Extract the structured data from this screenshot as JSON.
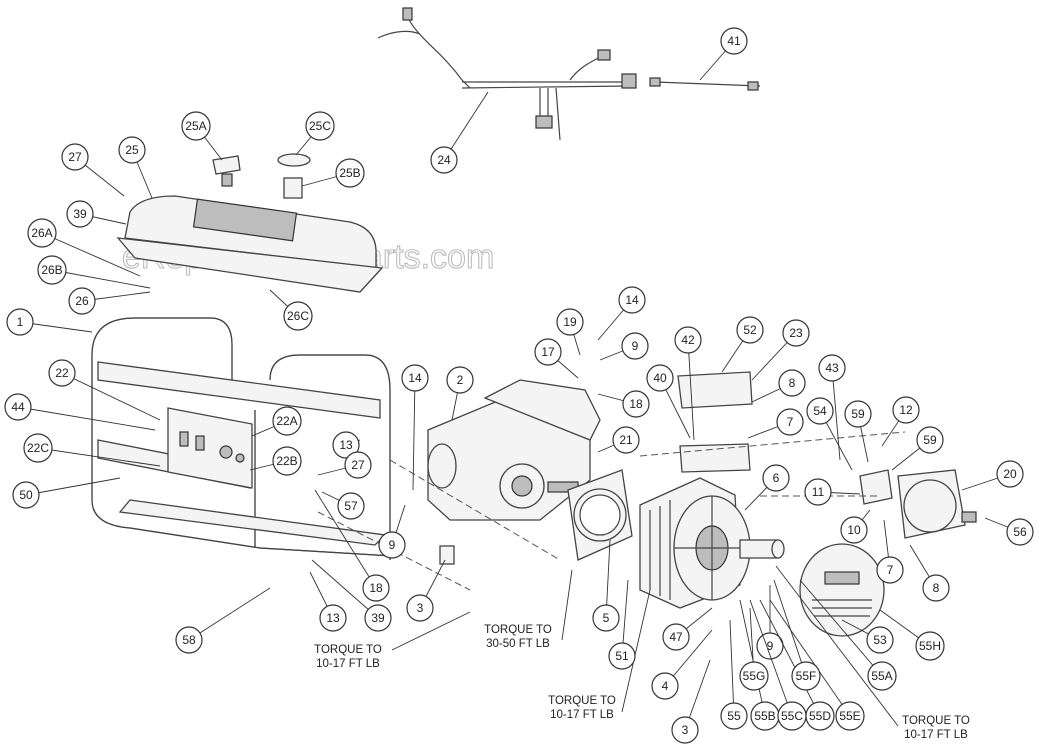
{
  "watermark": "eReplacementParts.com",
  "callouts": [
    "1",
    "2",
    "3",
    "3",
    "4",
    "5",
    "6",
    "7",
    "7",
    "8",
    "8",
    "9",
    "9",
    "9",
    "10",
    "11",
    "12",
    "13",
    "13",
    "14",
    "14",
    "17",
    "18",
    "18",
    "19",
    "20",
    "21",
    "22",
    "22A",
    "22B",
    "22C",
    "23",
    "24",
    "25",
    "25A",
    "25B",
    "25C",
    "26",
    "26A",
    "26B",
    "26C",
    "27",
    "27",
    "39",
    "39",
    "40",
    "41",
    "42",
    "43",
    "44",
    "47",
    "50",
    "51",
    "52",
    "53",
    "54",
    "55",
    "55A",
    "55B",
    "55C",
    "55D",
    "55E",
    "55F",
    "55G",
    "55H",
    "56",
    "57",
    "58",
    "59",
    "59"
  ],
  "notes": {
    "torque_frame": [
      "TORQUE TO",
      "10-17 FT LB"
    ],
    "torque_adapter": [
      "TORQUE TO",
      "30-50 FT LB"
    ],
    "torque_stator": [
      "TORQUE TO",
      "10-17 FT LB"
    ],
    "torque_endbell": [
      "TORQUE TO",
      "10-17 FT LB"
    ]
  }
}
